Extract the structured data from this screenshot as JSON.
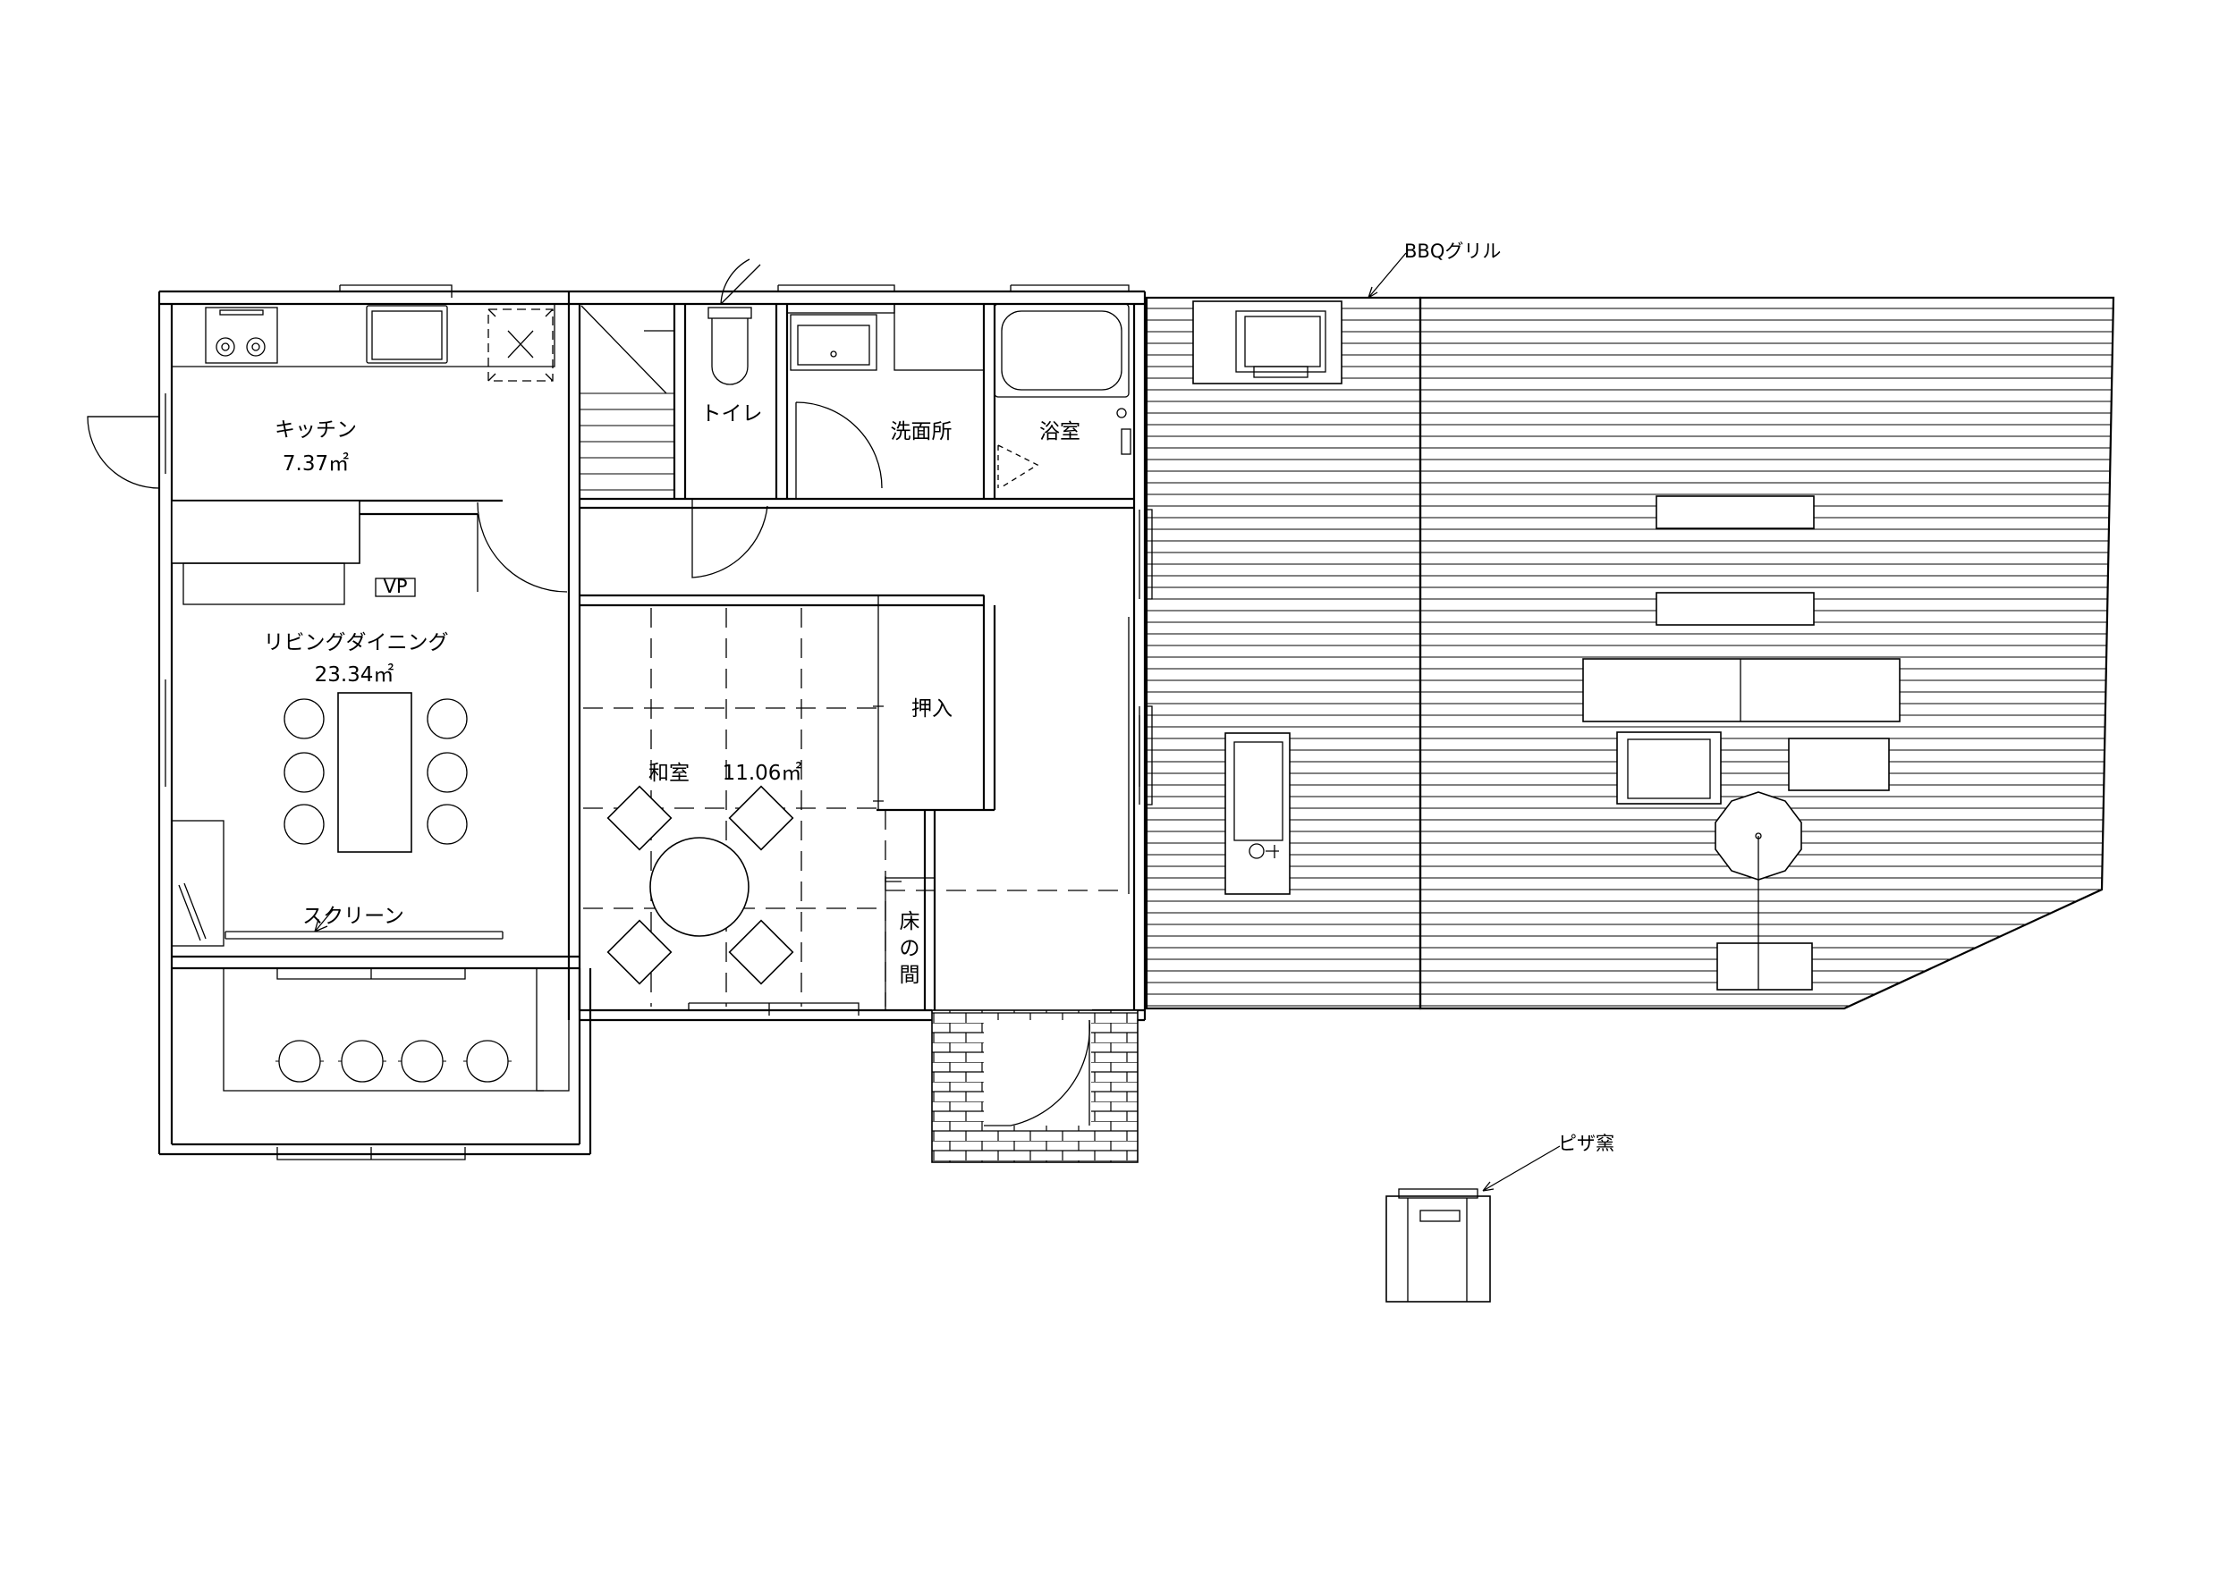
{
  "rooms": {
    "kitchen": {
      "name": "キッチン",
      "area": "7.37㎡"
    },
    "living": {
      "name": "リビングダイニング",
      "area": "23.34㎡"
    },
    "washitsu": {
      "name": "和室",
      "area": "11.06㎡"
    },
    "toilet": "トイレ",
    "senmen": "洗面所",
    "bath": "浴室",
    "oshiire": "押入",
    "tokonoma": [
      "床",
      "の",
      "間"
    ]
  },
  "annotations": {
    "screen": "スクリーン",
    "bbq": "BBQグリル",
    "pizza": "ピザ窯",
    "vp": "VP"
  }
}
